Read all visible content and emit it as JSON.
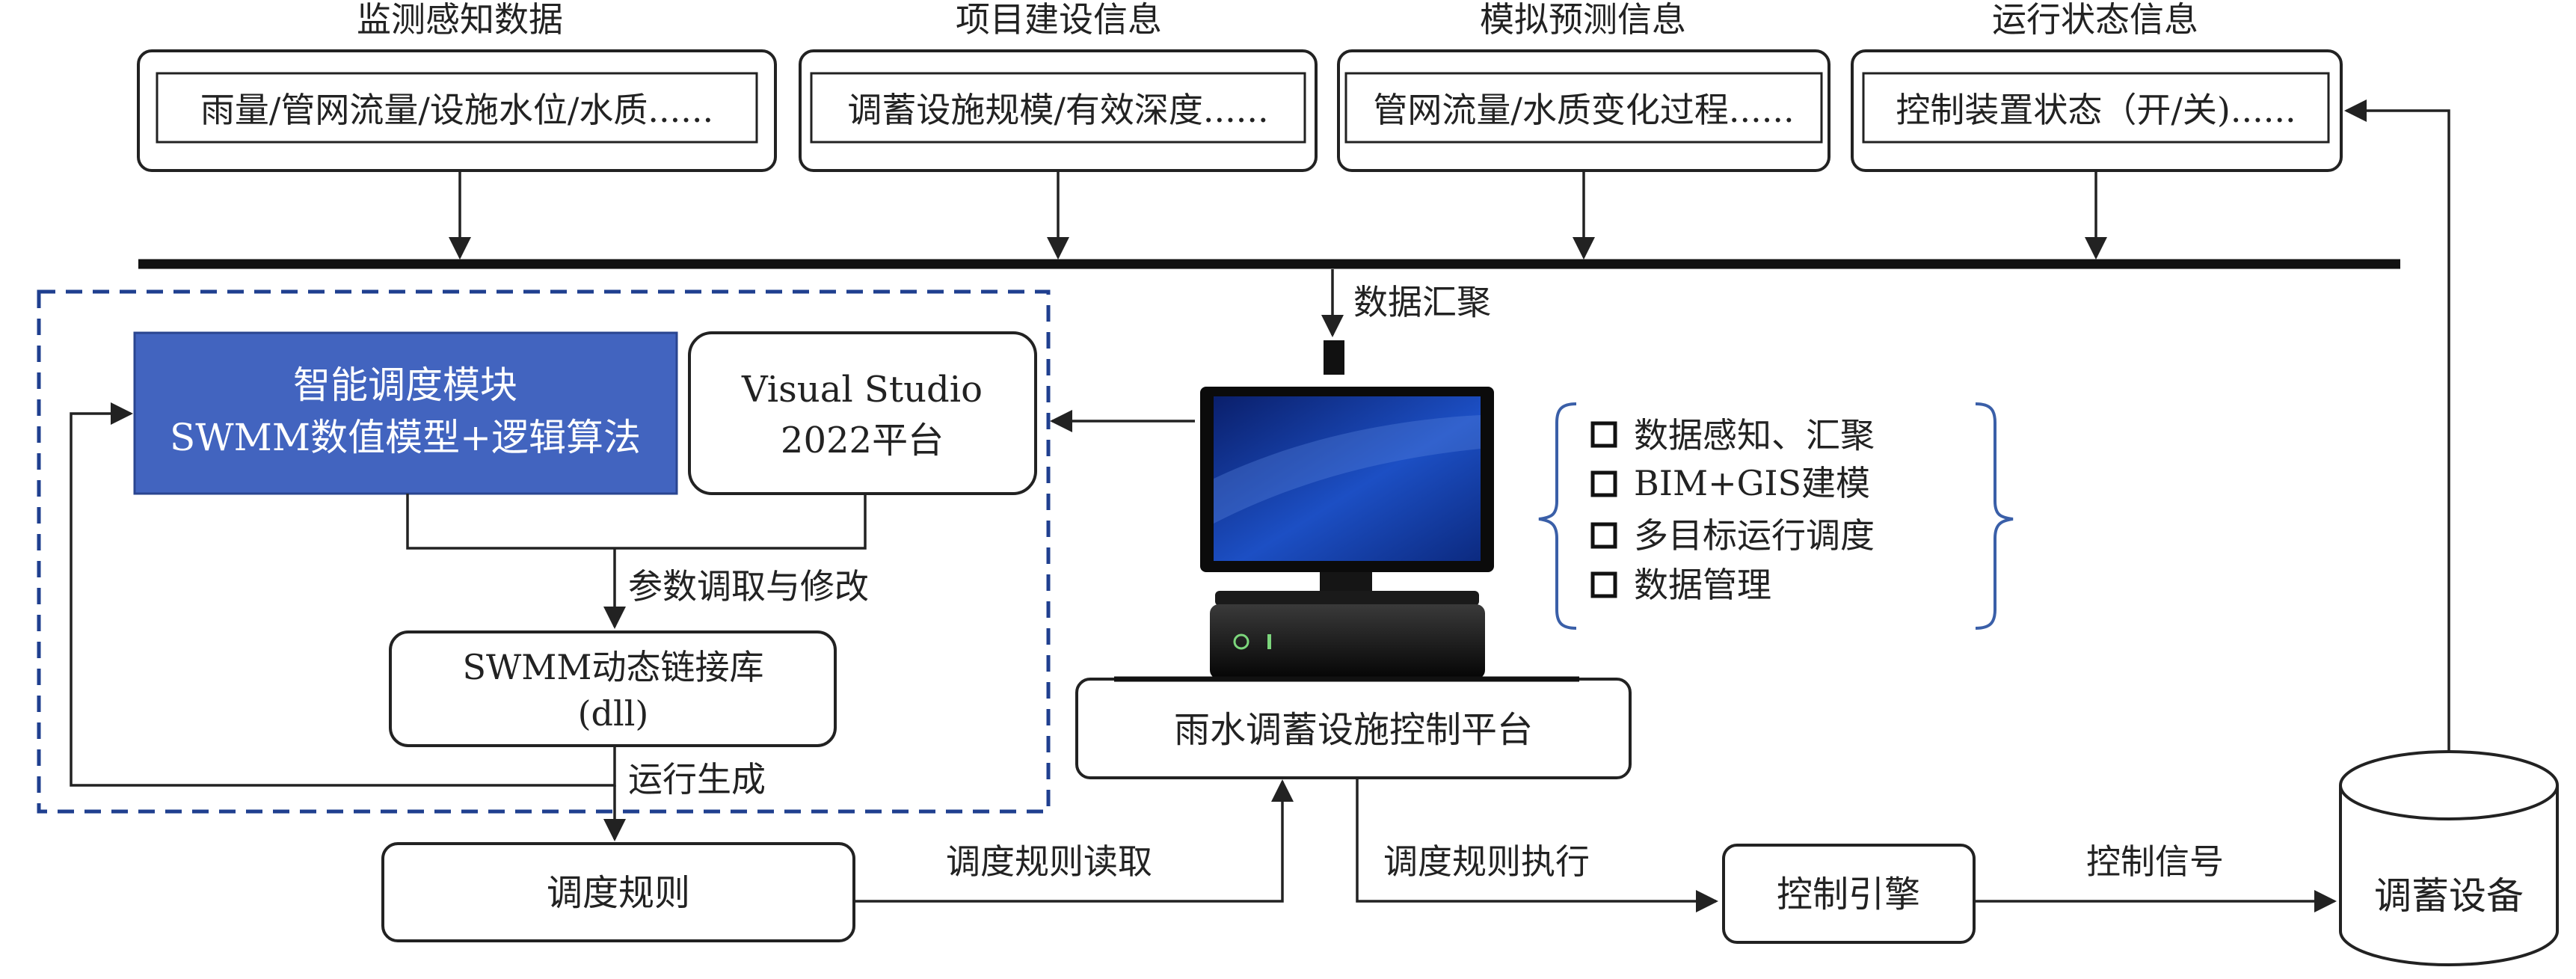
{
  "top_categories": [
    {
      "title": "监测感知数据",
      "content": "雨量/管网流量/设施水位/水质......"
    },
    {
      "title": "项目建设信息",
      "content": "调蓄设施规模/有效深度......"
    },
    {
      "title": "模拟预测信息",
      "content": "管网流量/水质变化过程......"
    },
    {
      "title": "运行状态信息",
      "content": "控制装置状态（开/关)......"
    }
  ],
  "data_aggregation_label": "数据汇聚",
  "smart_module": {
    "line1": "智能调度模块",
    "line2": "SWMM数值模型+逻辑算法"
  },
  "visual_studio": {
    "line1": "Visual Studio",
    "line2": "2022平台"
  },
  "param_label": "参数调取与修改",
  "swmm_dll": {
    "line1": "SWMM动态链接库",
    "line2": "(dll)"
  },
  "run_generate_label": "运行生成",
  "dispatch_rules": "调度规则",
  "dispatch_read_label": "调度规则读取",
  "platform": "雨水调蓄设施控制平台",
  "features": [
    "数据感知、汇聚",
    "BIM+GIS建模",
    "多目标运行调度",
    "数据管理"
  ],
  "execute_label": "调度规则执行",
  "control_engine": "控制引擎",
  "control_signal_label": "控制信号",
  "storage_device": "调蓄设备",
  "colors": {
    "module_fill": "#4264bf",
    "dashed_border": "#1f3f8f",
    "brace": "#3a5fa8",
    "ink": "#222222"
  }
}
